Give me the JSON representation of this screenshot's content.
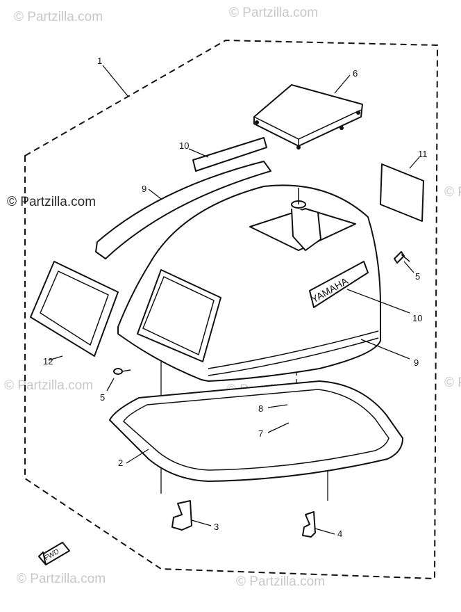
{
  "watermarks": [
    "© Partzilla.com",
    "© Partzilla.com",
    "© Partzilla.com",
    "© Partzilla.com",
    "© Partzilla.com",
    "© Partzilla.com",
    "© Partzilla.com",
    "© Partzilla.com",
    "© Partzilla.com"
  ],
  "cowling_brand": "YAMAHA",
  "fwd_label": "FWD",
  "callouts": {
    "c1": "1",
    "c2": "2",
    "c3": "3",
    "c4": "4",
    "c5_right": "5",
    "c5_left": "5",
    "c6": "6",
    "c7": "7",
    "c8": "8",
    "c9_top": "9",
    "c9_right": "9",
    "c10_top": "10",
    "c10_right": "10",
    "c11": "11",
    "c12": "12"
  },
  "colors": {
    "line": "#111111",
    "watermark": "#c8c8c8",
    "background": "#ffffff"
  }
}
